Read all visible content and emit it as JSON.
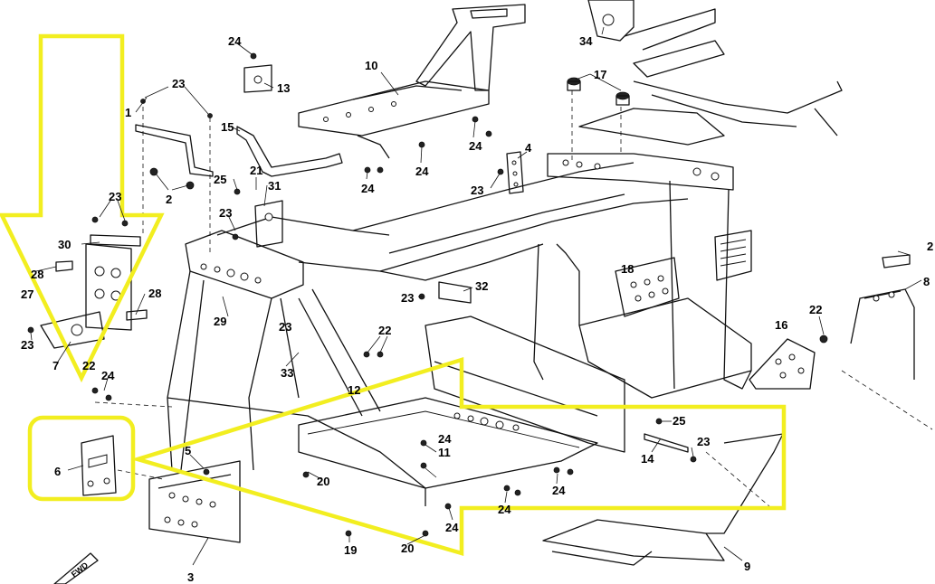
{
  "diagram": {
    "callouts": [
      {
        "n": "1"
      },
      {
        "n": "2"
      },
      {
        "n": "3"
      },
      {
        "n": "4"
      },
      {
        "n": "5"
      },
      {
        "n": "6"
      },
      {
        "n": "7"
      },
      {
        "n": "8"
      },
      {
        "n": "9"
      },
      {
        "n": "10"
      },
      {
        "n": "11"
      },
      {
        "n": "12"
      },
      {
        "n": "13"
      },
      {
        "n": "14"
      },
      {
        "n": "15"
      },
      {
        "n": "16"
      },
      {
        "n": "17"
      },
      {
        "n": "18"
      },
      {
        "n": "19"
      },
      {
        "n": "20"
      },
      {
        "n": "21"
      },
      {
        "n": "22"
      },
      {
        "n": "23"
      },
      {
        "n": "24"
      },
      {
        "n": "25"
      },
      {
        "n": "27"
      },
      {
        "n": "28"
      },
      {
        "n": "29"
      },
      {
        "n": "30"
      },
      {
        "n": "31"
      },
      {
        "n": "32"
      },
      {
        "n": "33"
      },
      {
        "n": "34"
      },
      {
        "n": "2"
      }
    ],
    "highlight_color": "#f2ee20",
    "fwd_label": "FWD"
  }
}
